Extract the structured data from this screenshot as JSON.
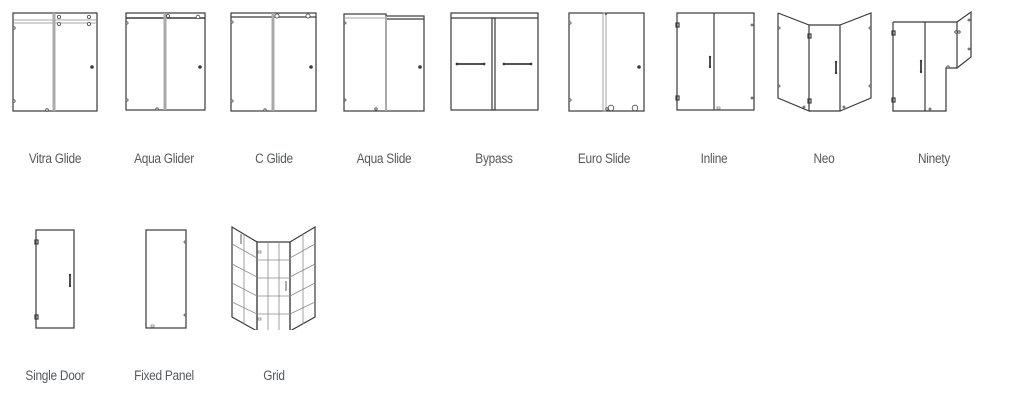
{
  "grid": {
    "rows": [
      {
        "items": [
          {
            "id": "vitra-glide",
            "label": "Vitra Glide"
          },
          {
            "id": "aqua-glider",
            "label": "Aqua Glider"
          },
          {
            "id": "c-glide",
            "label": "C Glide"
          },
          {
            "id": "aqua-slide",
            "label": "Aqua Slide"
          },
          {
            "id": "bypass",
            "label": "Bypass"
          },
          {
            "id": "euro-slide",
            "label": "Euro Slide"
          },
          {
            "id": "inline",
            "label": "Inline"
          },
          {
            "id": "neo",
            "label": "Neo"
          },
          {
            "id": "ninety",
            "label": "Ninety"
          }
        ]
      },
      {
        "items": [
          {
            "id": "single-door",
            "label": "Single Door"
          },
          {
            "id": "fixed-panel",
            "label": "Fixed Panel"
          },
          {
            "id": "grid",
            "label": "Grid"
          }
        ]
      }
    ]
  },
  "colors": {
    "line": "#3a3a3a",
    "label": "#555a5e",
    "track": "#a9a9a9",
    "background": "#ffffff"
  }
}
